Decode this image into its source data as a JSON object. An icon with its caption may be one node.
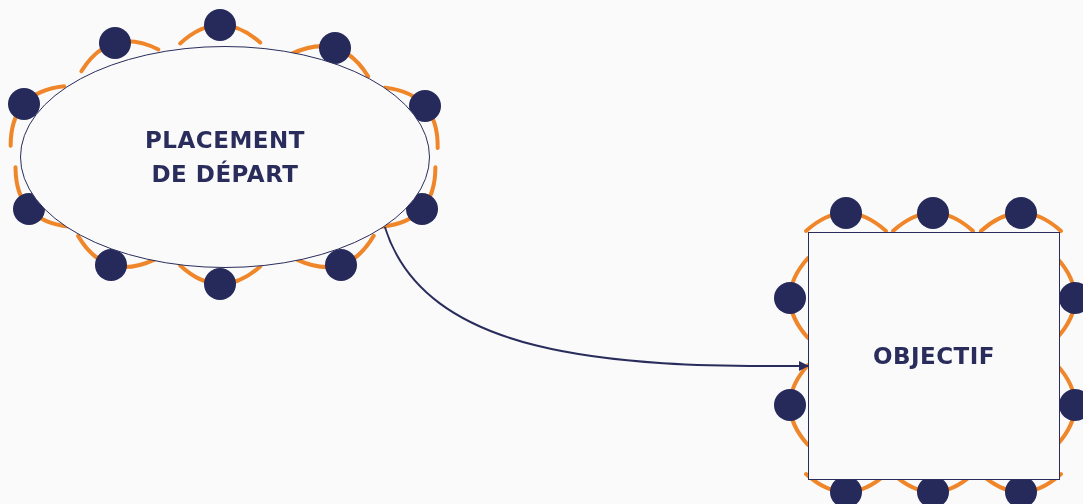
{
  "diagram": {
    "nodes": [
      {
        "text": [
          "PLACEMENT DE DÉPART"
        ]
      },
      {
        "text": [
          "OBJECTIF"
        ]
      }
    ],
    "edges": [
      {
        "from": 0,
        "to": 1,
        "arrow": "to"
      }
    ]
  }
}
